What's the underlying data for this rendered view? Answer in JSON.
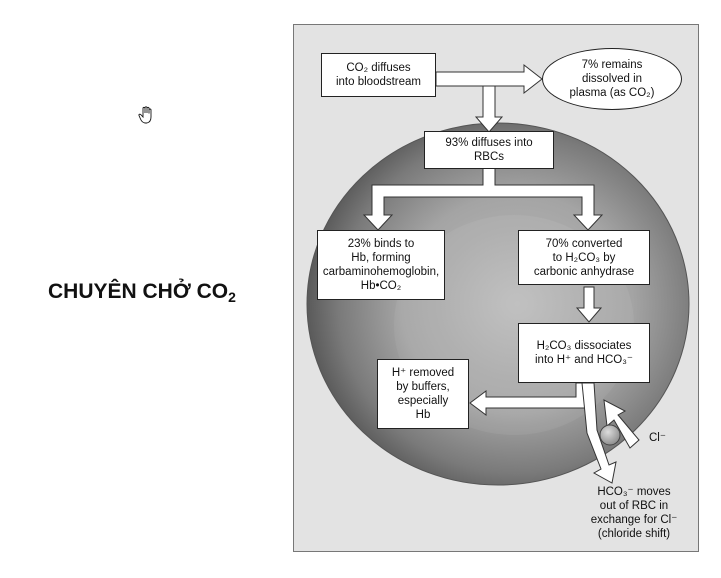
{
  "slide": {
    "title_main": "CHUYÊN CHỞ CO",
    "title_sub": "2"
  },
  "diagram": {
    "node_co2_diffuses": [
      "CO₂ diffuses",
      "into bloodstream"
    ],
    "node_plasma": [
      "7% remains",
      "dissolved in",
      "plasma (as CO₂)"
    ],
    "node_rbc": [
      "93% diffuses into",
      "RBCs"
    ],
    "node_hb": [
      "23% binds to",
      "Hb, forming",
      "carbaminohemoglobin,",
      "Hb•CO₂"
    ],
    "node_carbonic": [
      "70% converted",
      "to H₂CO₃ by",
      "carbonic anhydrase"
    ],
    "node_dissociates": [
      "H₂CO₃ dissociates",
      "into H⁺ and HCO₃⁻"
    ],
    "node_buffers": [
      "H⁺ removed",
      "by buffers,",
      "especially",
      "Hb"
    ],
    "node_chloride_shift": [
      "HCO₃⁻ moves",
      "out of RBC in",
      "exchange for Cl⁻",
      "(chloride shift)"
    ],
    "chloride_label": "Cl⁻"
  },
  "colors": {
    "panel_background": "#e3e3e3",
    "cell_dark": "#6e6e6e",
    "cell_light": "#b8b8b8",
    "box_fill": "#ffffff"
  }
}
